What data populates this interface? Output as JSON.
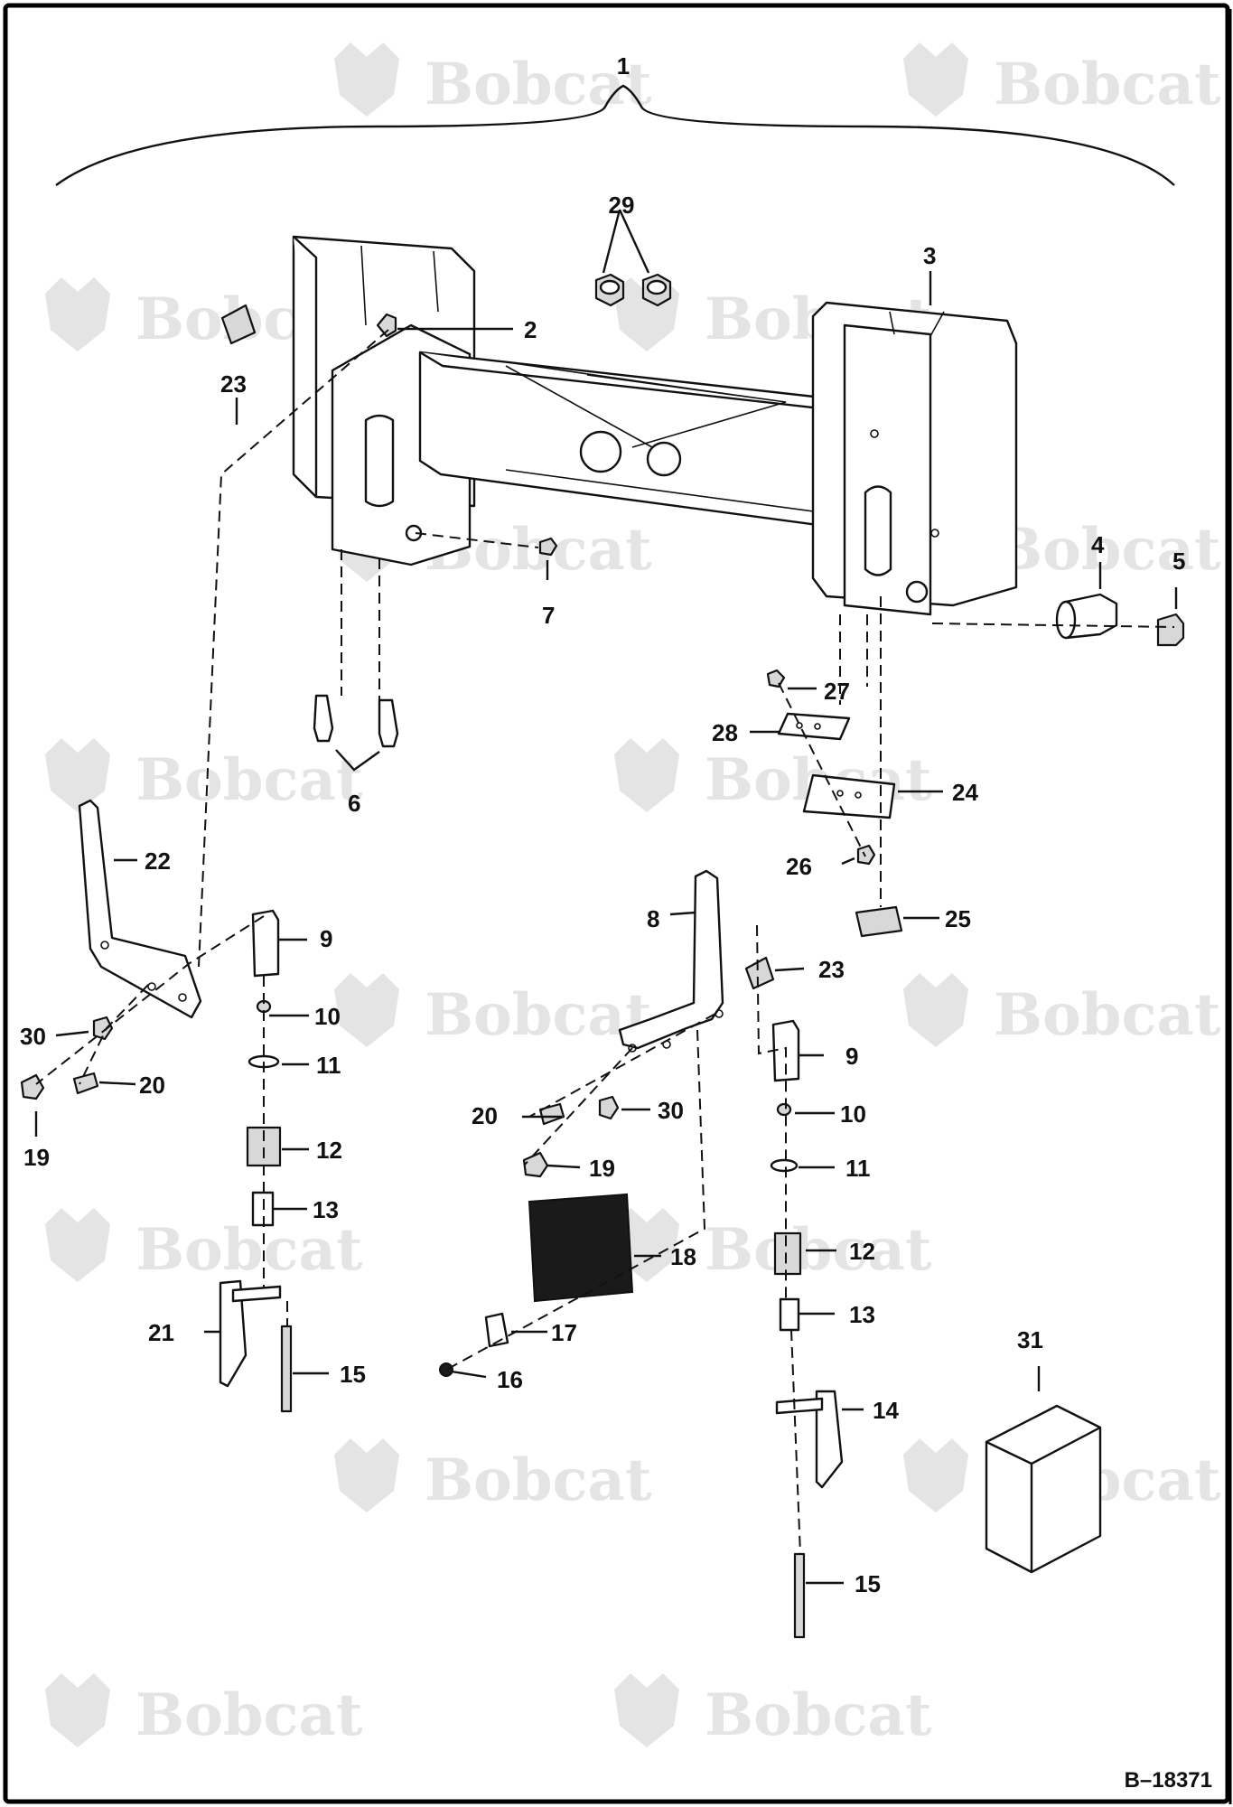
{
  "figure": {
    "reference_number": "B–18371",
    "watermark_brand": "Bobcat",
    "colors": {
      "ink": "#111111",
      "watermark": "#e4e4e4",
      "frame": "#000000",
      "background": "#ffffff"
    }
  },
  "callouts": [
    {
      "id": "c1",
      "label": "1"
    },
    {
      "id": "c2",
      "label": "2"
    },
    {
      "id": "c3",
      "label": "3"
    },
    {
      "id": "c4",
      "label": "4"
    },
    {
      "id": "c5",
      "label": "5"
    },
    {
      "id": "c6",
      "label": "6"
    },
    {
      "id": "c7",
      "label": "7"
    },
    {
      "id": "c8",
      "label": "8"
    },
    {
      "id": "c9a",
      "label": "9"
    },
    {
      "id": "c9b",
      "label": "9"
    },
    {
      "id": "c10a",
      "label": "10"
    },
    {
      "id": "c10b",
      "label": "10"
    },
    {
      "id": "c11a",
      "label": "11"
    },
    {
      "id": "c11b",
      "label": "11"
    },
    {
      "id": "c12a",
      "label": "12"
    },
    {
      "id": "c12b",
      "label": "12"
    },
    {
      "id": "c13a",
      "label": "13"
    },
    {
      "id": "c13b",
      "label": "13"
    },
    {
      "id": "c14",
      "label": "14"
    },
    {
      "id": "c15a",
      "label": "15"
    },
    {
      "id": "c15b",
      "label": "15"
    },
    {
      "id": "c16",
      "label": "16"
    },
    {
      "id": "c17",
      "label": "17"
    },
    {
      "id": "c18",
      "label": "18"
    },
    {
      "id": "c19a",
      "label": "19"
    },
    {
      "id": "c19b",
      "label": "19"
    },
    {
      "id": "c20a",
      "label": "20"
    },
    {
      "id": "c20b",
      "label": "20"
    },
    {
      "id": "c21",
      "label": "21"
    },
    {
      "id": "c22",
      "label": "22"
    },
    {
      "id": "c23a",
      "label": "23"
    },
    {
      "id": "c23b",
      "label": "23"
    },
    {
      "id": "c24",
      "label": "24"
    },
    {
      "id": "c25",
      "label": "25"
    },
    {
      "id": "c26",
      "label": "26"
    },
    {
      "id": "c27",
      "label": "27"
    },
    {
      "id": "c28",
      "label": "28"
    },
    {
      "id": "c29",
      "label": "29"
    },
    {
      "id": "c30a",
      "label": "30"
    },
    {
      "id": "c30b",
      "label": "30"
    },
    {
      "id": "c31",
      "label": "31"
    }
  ]
}
